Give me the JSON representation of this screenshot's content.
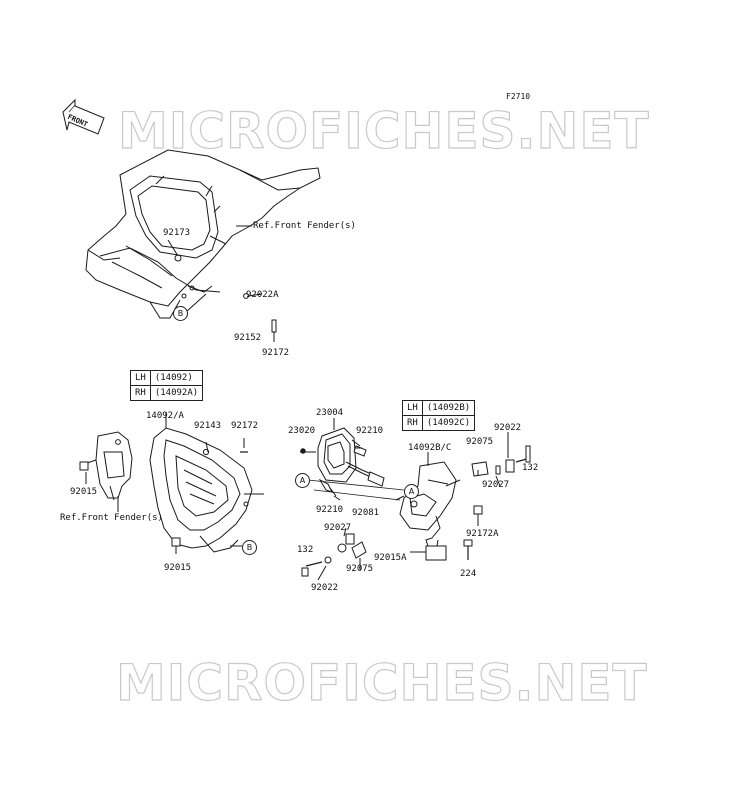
{
  "figure_code": "F2710",
  "watermark": "MICROFICHES.NET",
  "front_indicator": "FRONT",
  "ref_labels": {
    "top": "Ref.Front Fender(s)",
    "left": "Ref.Front Fender(s)"
  },
  "part_numbers": {
    "p92173": "92173",
    "p92022A": "92022A",
    "p92152": "92152",
    "p92172_top": "92172",
    "p14092A": "14092/A",
    "p92143": "92143",
    "p92172_mid": "92172",
    "p92015_left": "92015",
    "p92015_bottom": "92015",
    "p23004": "23004",
    "p23020": "23020",
    "p92210_top": "92210",
    "p92210_bottom": "92210",
    "p92081": "92081",
    "p14092BC": "14092B/C",
    "p92075_top": "92075",
    "p92022_top": "92022",
    "p132_right": "132",
    "p92027_right": "92027",
    "p92172A": "92172A",
    "p92027_left": "92027",
    "p132_left": "132",
    "p92075_bottom": "92075",
    "p92015A": "92015A",
    "p224": "224",
    "p92022_bottom": "92022"
  },
  "callouts": {
    "A": "A",
    "B": "B"
  },
  "tables": {
    "left": {
      "rows": [
        {
          "side": "LH",
          "part": "(14092)"
        },
        {
          "side": "RH",
          "part": "(14092A)"
        }
      ]
    },
    "right": {
      "rows": [
        {
          "side": "LH",
          "part": "(14092B)"
        },
        {
          "side": "RH",
          "part": "(14092C)"
        }
      ]
    }
  }
}
